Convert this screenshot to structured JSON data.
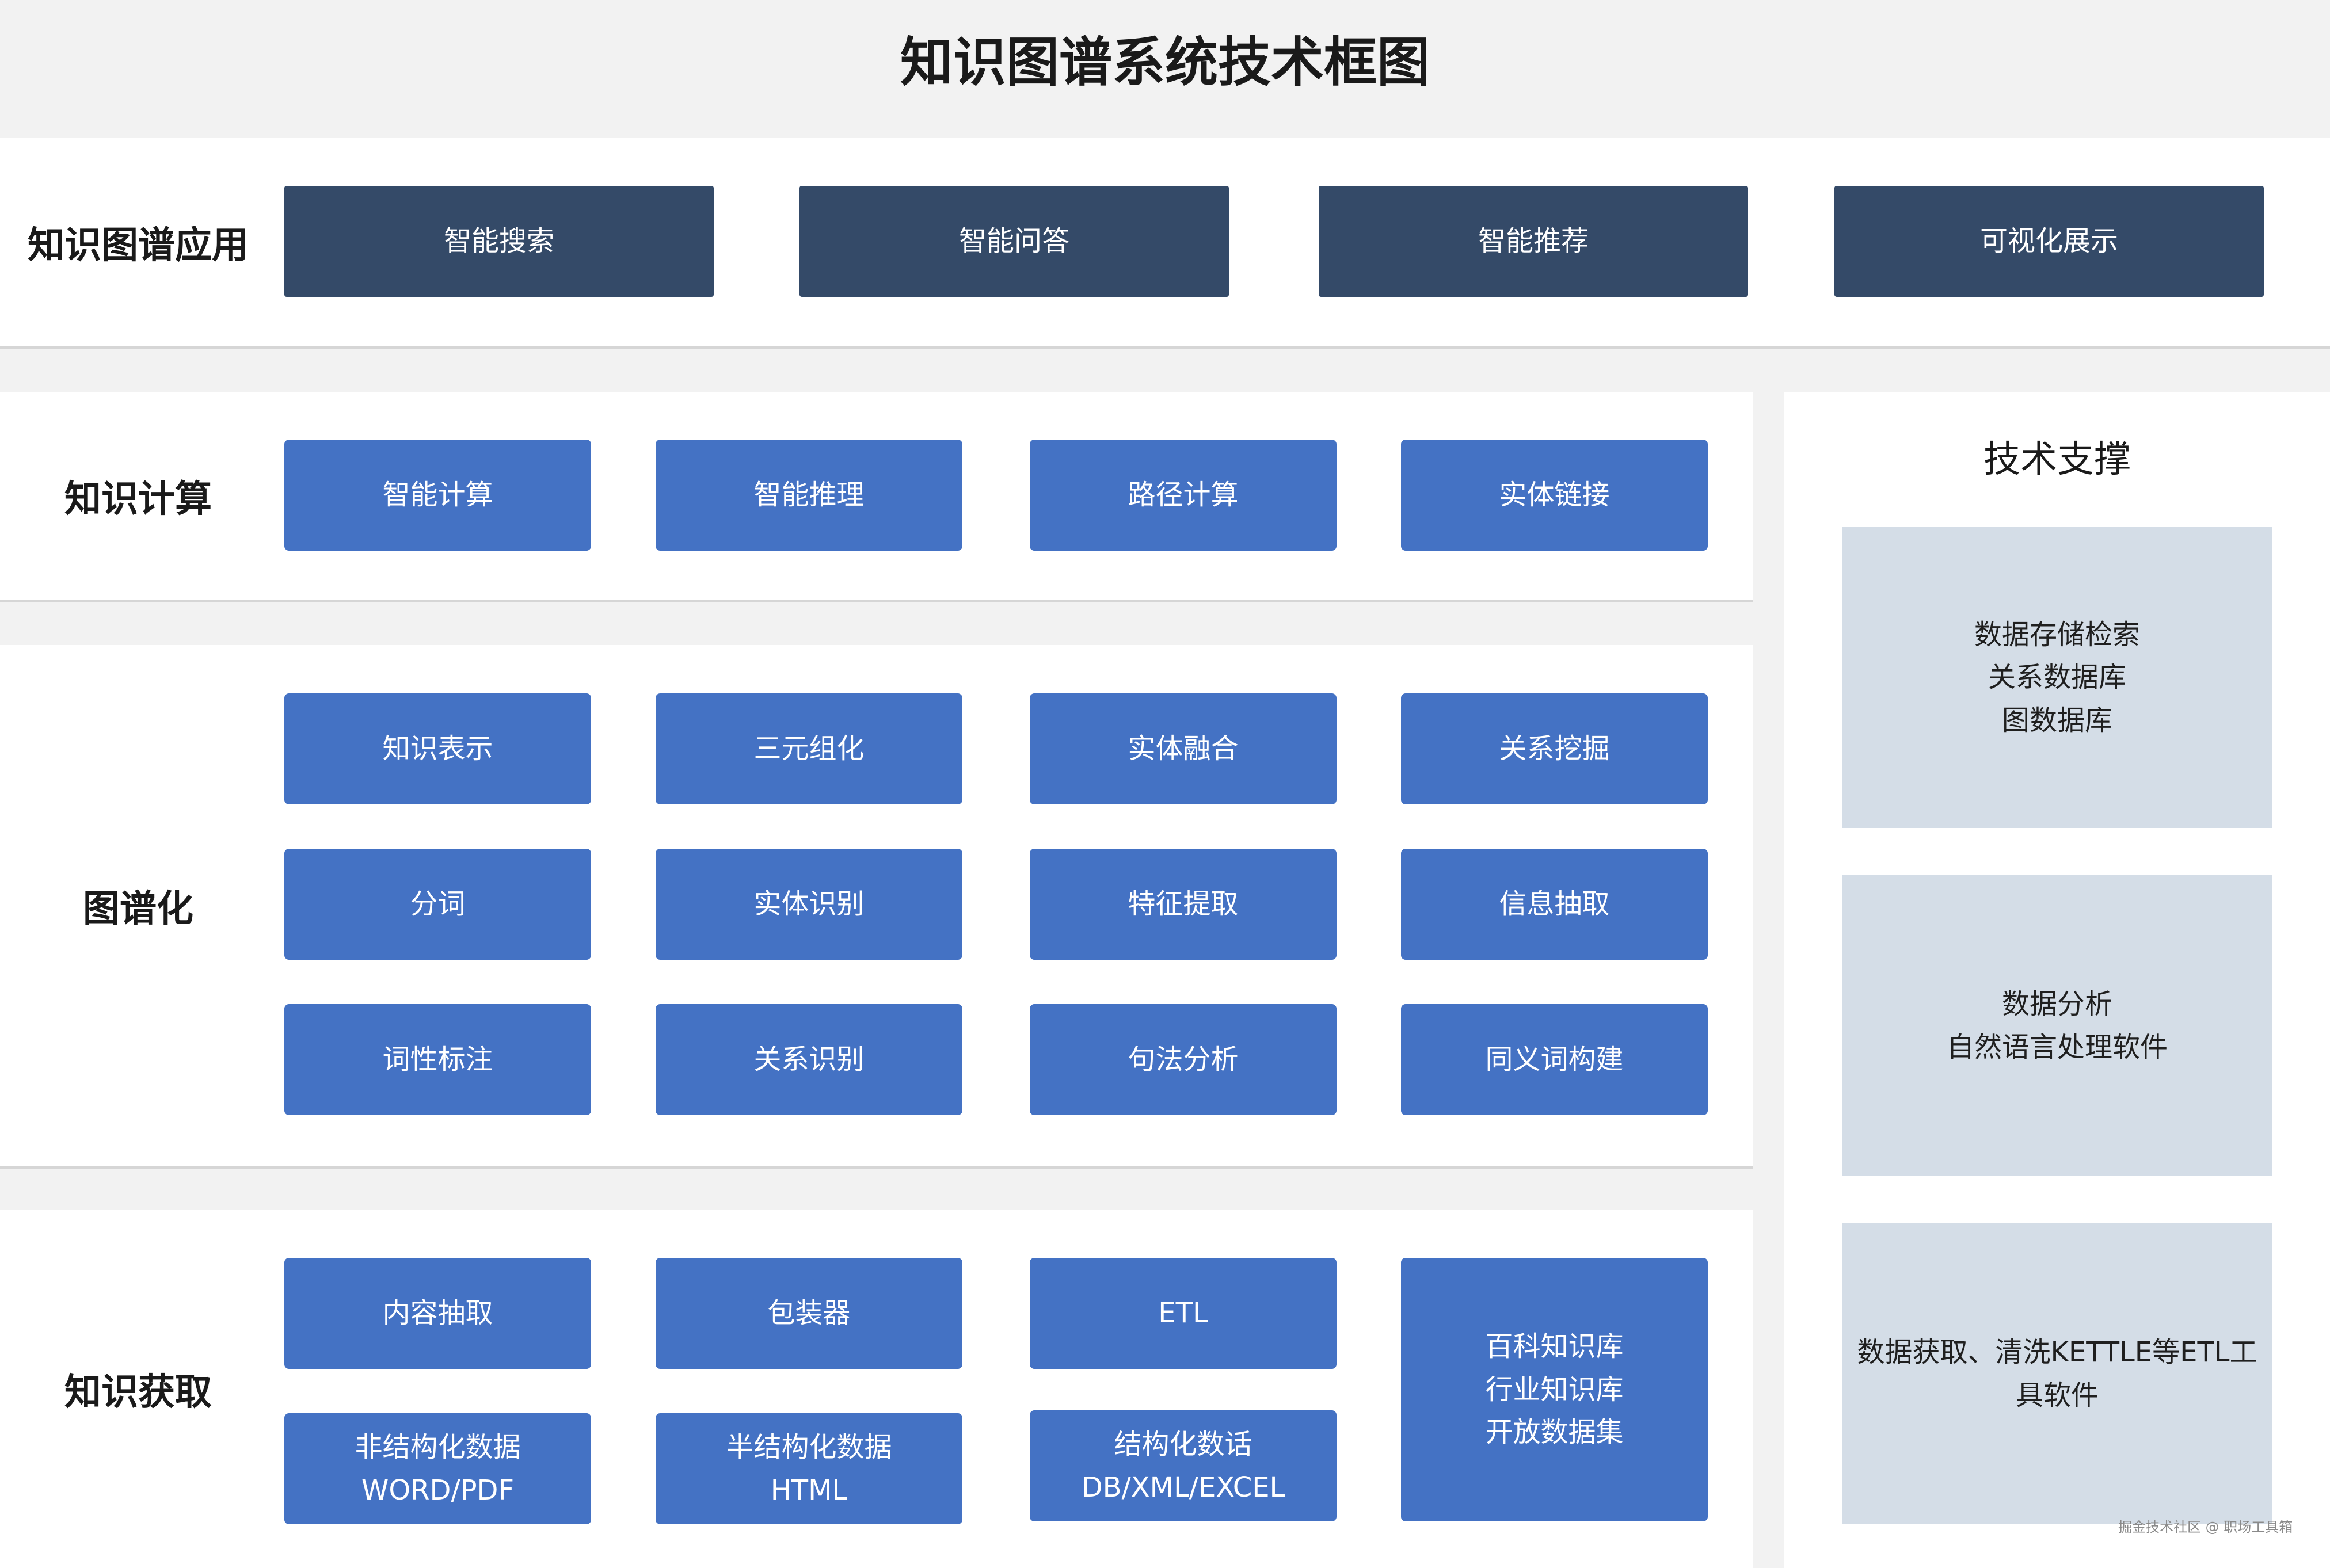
{
  "title": "知识图谱系统技术框图",
  "application": {
    "label": "知识图谱应用",
    "items": [
      "智能搜索",
      "智能问答",
      "智能推荐",
      "可视化展示"
    ]
  },
  "computation": {
    "label": "知识计算",
    "items": [
      "智能计算",
      "智能推理",
      "路径计算",
      "实体链接"
    ]
  },
  "graphing": {
    "label": "图谱化",
    "row1": [
      "知识表示",
      "三元组化",
      "实体融合",
      "关系挖掘"
    ],
    "row2": [
      "分词",
      "实体识别",
      "特征提取",
      "信息抽取"
    ],
    "row3": [
      "词性标注",
      "关系识别",
      "句法分析",
      "同义词构建"
    ]
  },
  "acquisition": {
    "label": "知识获取",
    "top": [
      "内容抽取",
      "包装器",
      "ETL"
    ],
    "bottom": [
      "非结构化数据\nWORD/PDF",
      "半结构化数据\nHTML",
      "结构化数话\nDB/XML/EXCEL"
    ],
    "tall": "百科知识库\n行业知识库\n开放数据集"
  },
  "tech_support": {
    "title": "技术支撑",
    "boxes": [
      "数据存储检索\n关系数据库\n图数据库",
      "数据分析\n自然语言处理软件",
      "数据获取、清洗KETTLE等ETL工具软件"
    ]
  },
  "watermark": "掘金技术社区 @ 职场工具箱"
}
